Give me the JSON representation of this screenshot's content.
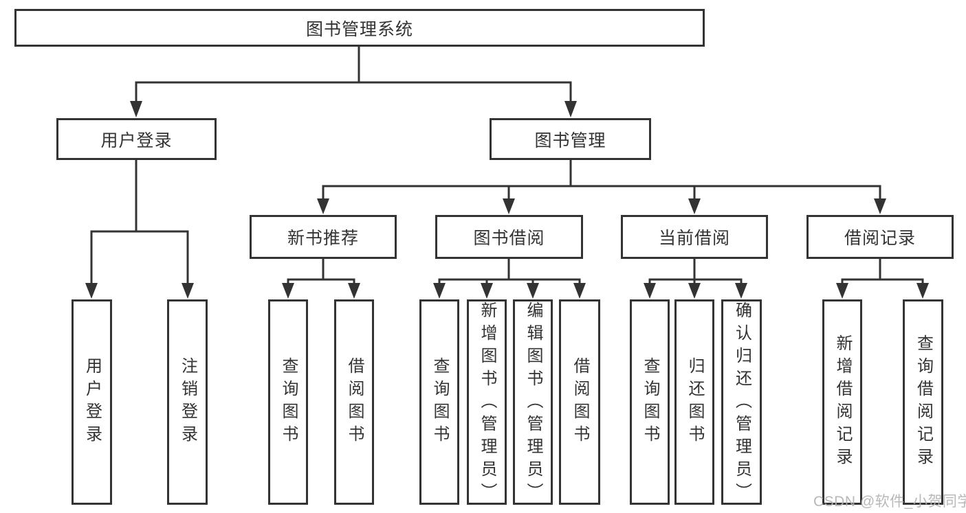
{
  "page": {
    "background_color": "#ffffff",
    "line_color": "#333333",
    "watermark_color": "#b2b2b2"
  },
  "tree": {
    "root": {
      "label": "图书管理系统"
    },
    "branches": [
      {
        "label": "用户登录",
        "children": [
          {
            "label": "用户登录"
          },
          {
            "label": "注销登录"
          }
        ]
      },
      {
        "label": "图书管理",
        "children": [
          {
            "label": "新书推荐",
            "children": [
              {
                "label": "查询图书"
              },
              {
                "label": "借阅图书"
              }
            ]
          },
          {
            "label": "图书借阅",
            "children": [
              {
                "label": "查询图书"
              },
              {
                "label": "新增图书（管理员）"
              },
              {
                "label": "编辑图书（管理员）"
              },
              {
                "label": "借阅图书"
              }
            ]
          },
          {
            "label": "当前借阅",
            "children": [
              {
                "label": "查询图书"
              },
              {
                "label": "归还图书"
              },
              {
                "label": "确认归还（管理员）"
              }
            ]
          },
          {
            "label": "借阅记录",
            "children": [
              {
                "label": "新增借阅记录"
              },
              {
                "label": "查询借阅记录"
              }
            ]
          }
        ]
      }
    ]
  },
  "watermark": {
    "text": "CSDN @软件_小贺同学"
  }
}
